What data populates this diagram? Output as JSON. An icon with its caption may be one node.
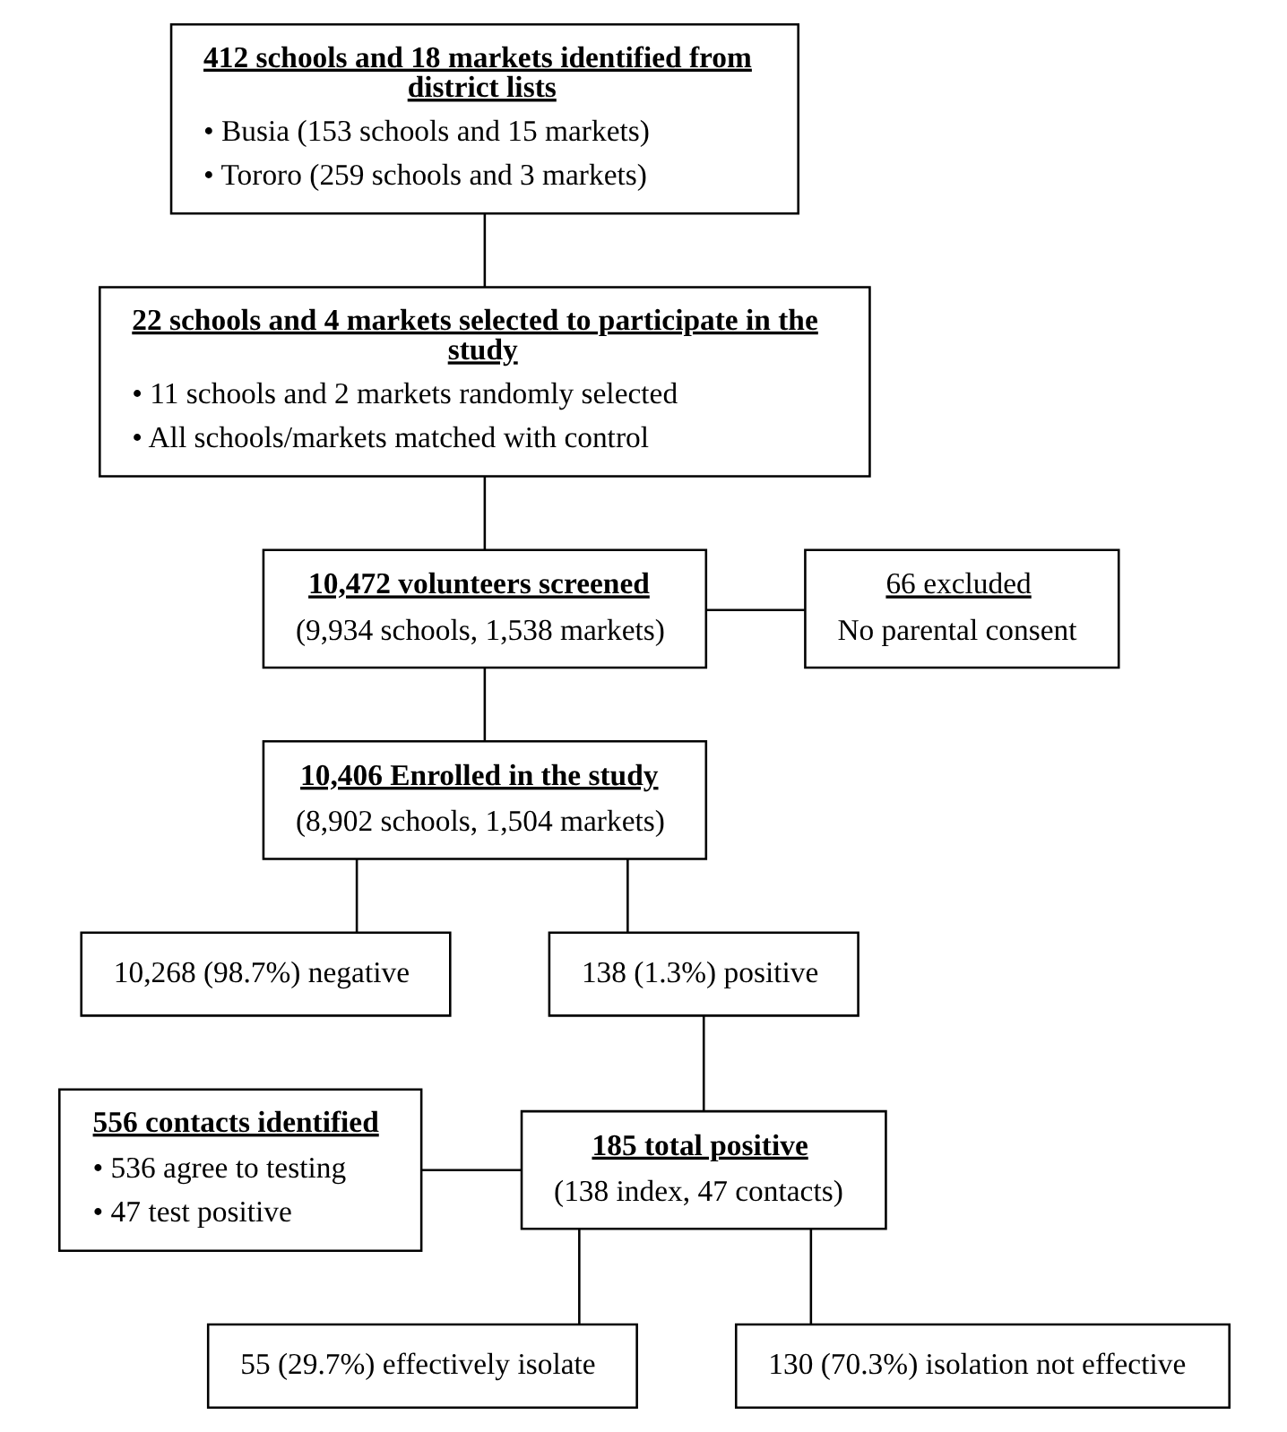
{
  "diagram": {
    "nodes": [
      {
        "text": [
          "412 schools and 18 markets identified from district lists",
          "• Busia (153 schools and 15 markets)",
          "• Tororo (259 schools and 3 markets)"
        ]
      },
      {
        "text": [
          "22 schools and 4 markets selected to participate in the study",
          "• 11 schools and 2 markets randomly selected",
          "• All schools/markets matched with control"
        ]
      },
      {
        "text": [
          "10,472 volunteers screened",
          "(9,934 schools, 1,538 markets)"
        ]
      },
      {
        "text": [
          "66 excluded",
          "No parental consent"
        ]
      },
      {
        "text": [
          "10,406 Enrolled in the study",
          "(8,902 schools, 1,504 markets)"
        ]
      },
      {
        "text": [
          "10,268 (98.7%) negative"
        ]
      },
      {
        "text": [
          "138 (1.3%) positive"
        ]
      },
      {
        "text": [
          "556 contacts identified",
          "• 536 agree to testing",
          "• 47 test positive"
        ]
      },
      {
        "text": [
          "185 total positive",
          "(138 index, 47 contacts)"
        ]
      },
      {
        "text": [
          "55 (29.7%) effectively isolate"
        ]
      },
      {
        "text": [
          "130 (70.3%) isolation not effective"
        ]
      }
    ],
    "edges": [
      {
        "from": 0,
        "to": 1,
        "arrow": "none"
      },
      {
        "from": 1,
        "to": 2,
        "arrow": "none"
      },
      {
        "from": 2,
        "to": 4,
        "arrow": "none"
      },
      {
        "from": 2,
        "to": 3,
        "arrow": "none"
      },
      {
        "from": 4,
        "to": 5,
        "arrow": "none"
      },
      {
        "from": 4,
        "to": 6,
        "arrow": "none"
      },
      {
        "from": 6,
        "to": 8,
        "arrow": "none"
      },
      {
        "from": 7,
        "to": 8,
        "arrow": "none"
      },
      {
        "from": 8,
        "to": 9,
        "arrow": "none"
      },
      {
        "from": 8,
        "to": 10,
        "arrow": "none"
      }
    ]
  }
}
